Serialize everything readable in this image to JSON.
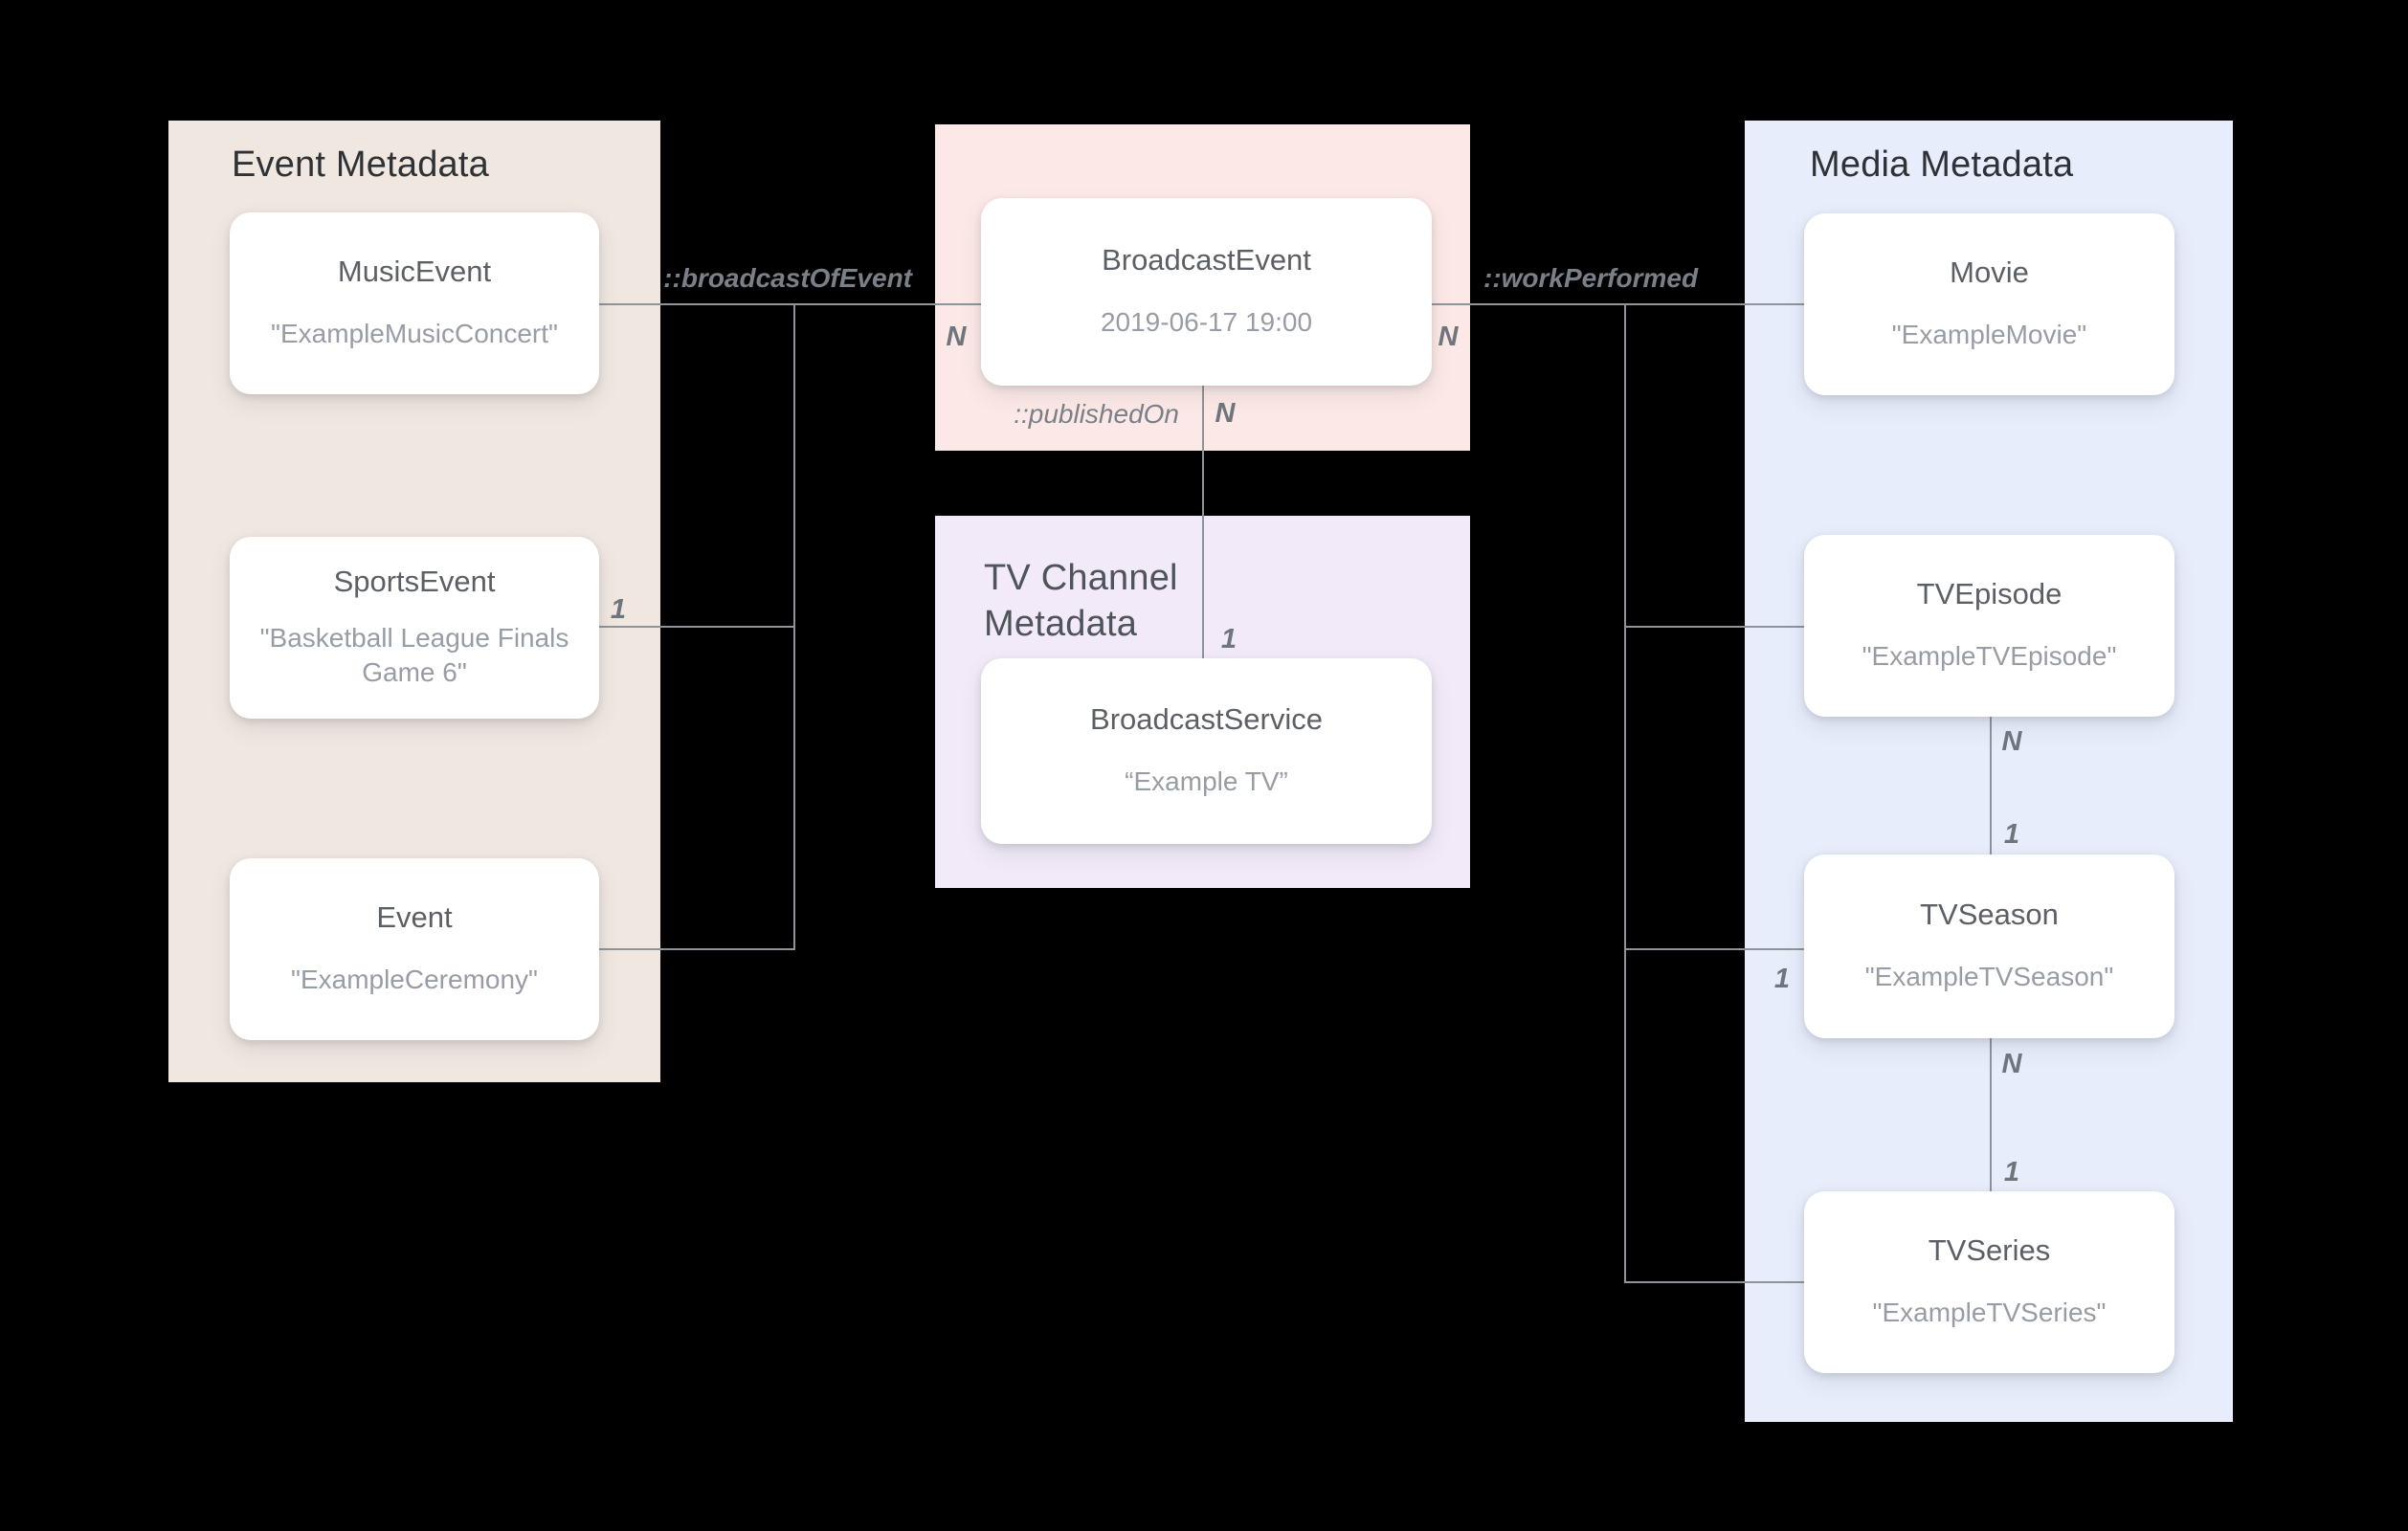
{
  "groups": {
    "event": {
      "title": "Event Metadata"
    },
    "tv_channel": {
      "title_lines": [
        "TV Channel",
        "Metadata"
      ]
    },
    "media": {
      "title": "Media Metadata"
    }
  },
  "nodes": {
    "music_event": {
      "title": "MusicEvent",
      "subtitle": "\"ExampleMusicConcert\""
    },
    "sports_event": {
      "title": "SportsEvent",
      "subtitle": "\"Basketball League Finals Game 6\""
    },
    "event": {
      "title": "Event",
      "subtitle": "\"ExampleCeremony\""
    },
    "broadcast_event": {
      "title": "BroadcastEvent",
      "subtitle": "2019-06-17 19:00"
    },
    "broadcast_service": {
      "title": "BroadcastService",
      "subtitle": "“Example TV”"
    },
    "movie": {
      "title": "Movie",
      "subtitle": "\"ExampleMovie\""
    },
    "tv_episode": {
      "title": "TVEpisode",
      "subtitle": "\"ExampleTVEpisode\""
    },
    "tv_season": {
      "title": "TVSeason",
      "subtitle": "\"ExampleTVSeason\""
    },
    "tv_series": {
      "title": "TVSeries",
      "subtitle": "\"ExampleTVSeries\""
    }
  },
  "edges": {
    "broadcast_of_event": {
      "label": "::broadcastOfEvent"
    },
    "published_on": {
      "label": "::publishedOn"
    },
    "work_performed": {
      "label": "::workPerformed"
    }
  },
  "cardinality": {
    "broadcast_event_left_n": "N",
    "sports_event_1": "1",
    "published_on_n": "N",
    "broadcast_service_1": "1",
    "work_performed_n": "N",
    "tv_season_left_1": "1",
    "tv_episode_n": "N",
    "tv_episode_season_1": "1",
    "tv_season_n": "N",
    "tv_season_series_1": "1"
  },
  "colors": {
    "background": "#000000",
    "event_group_bg": "#F0E7E1",
    "broadcast_group_bg": "#FCE9E7",
    "tv_channel_group_bg": "#F2EAF9",
    "media_group_bg": "#E7EDFB",
    "card_bg": "#FFFFFF",
    "connector": "#8E9499",
    "edge_label": "#7A8087",
    "cardinality_label": "#6E757C",
    "node_title": "#5A6065",
    "node_subtitle": "#979DA5",
    "group_title": "#2E3236"
  }
}
